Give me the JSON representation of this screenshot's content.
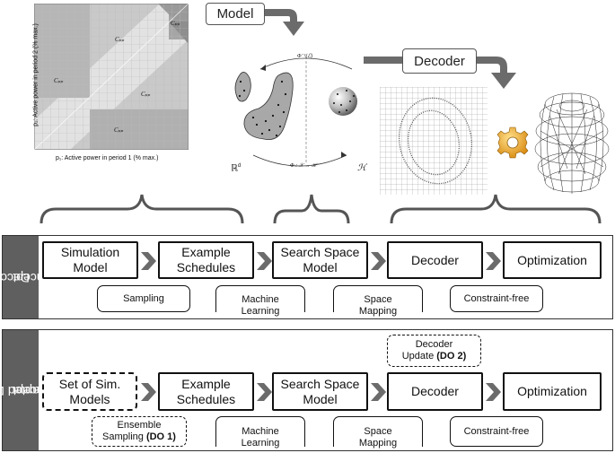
{
  "top": {
    "chart": {
      "ylabel": "p₂: Active power in period 2 (% max.)",
      "xlabel": "p₁: Active power in period 1 (% max.)",
      "regions": [
        "Cₚₚ",
        "Cₚₚ",
        "Cₚₚ",
        "Cₚₚ",
        "Cₚₚ"
      ]
    },
    "model_label": "Model",
    "decoder_label": "Decoder",
    "space": {
      "rd": "ℝ",
      "rd_sup": "d",
      "h": "ℋ",
      "top_arrow": "Φ⁻¹(ℰ)",
      "bottom_arrow": "Φ : 𝒳 → ℋ"
    }
  },
  "rows": [
    {
      "tab_lines": [
        "Decoder",
        "Concept"
      ],
      "boxes": [
        {
          "lines": [
            "Simulation",
            "Model"
          ],
          "dashed": false
        },
        {
          "lines": [
            "Example",
            "Schedules"
          ],
          "dashed": false
        },
        {
          "lines": [
            "Search Space",
            "Model"
          ],
          "dashed": false
        },
        {
          "lines": [
            "Decoder"
          ],
          "dashed": false
        },
        {
          "lines": [
            "Optimization"
          ],
          "dashed": false
        }
      ],
      "subs": [
        {
          "label": "Sampling",
          "label2": ""
        },
        {
          "label": "Machine",
          "label2": "Learning"
        },
        {
          "label": "Space",
          "label2": "Mapping"
        },
        {
          "label": "Constraint-free",
          "label2": ""
        }
      ]
    },
    {
      "tab_lines": [
        "Adapted Decoder",
        "Concept"
      ],
      "boxes": [
        {
          "lines": [
            "Set of Sim.",
            "Models"
          ],
          "dashed": true
        },
        {
          "lines": [
            "Example",
            "Schedules"
          ],
          "dashed": false
        },
        {
          "lines": [
            "Search Space",
            "Model"
          ],
          "dashed": false
        },
        {
          "lines": [
            "Decoder"
          ],
          "dashed": false
        },
        {
          "lines": [
            "Optimization"
          ],
          "dashed": false
        }
      ],
      "update": {
        "line1": "Decoder",
        "line2_pre": "Update ",
        "line2_bold": "(DO 2)"
      },
      "subs": [
        {
          "label": "Ensemble",
          "label2_pre": "Sampling ",
          "label2_bold": "(DO 1)",
          "dashed": true
        },
        {
          "label": "Machine",
          "label2": "Learning"
        },
        {
          "label": "Space",
          "label2": "Mapping"
        },
        {
          "label": "Constraint-free",
          "label2": ""
        }
      ]
    }
  ],
  "colors": {
    "tab": "#5f5f5f",
    "chevron": "#6b6b6b",
    "brace": "#555555",
    "gear": "#f0a020"
  }
}
